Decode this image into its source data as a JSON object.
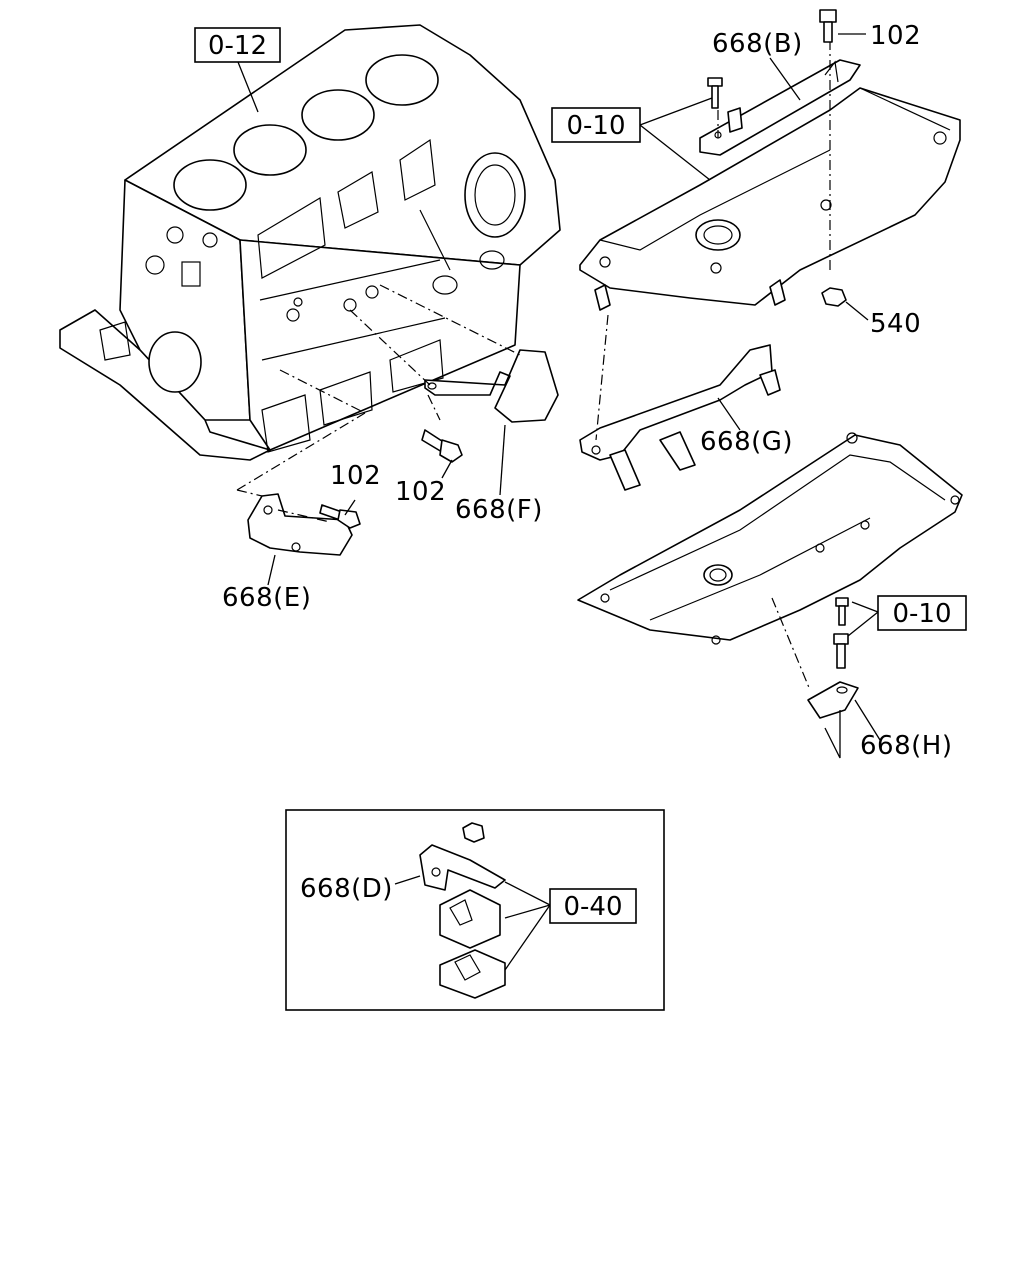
{
  "references": {
    "block_ref": "0-12",
    "cover_ref": "0-10",
    "pan_ref": "0-10",
    "inset_ref": "0-40"
  },
  "callouts": {
    "bolt_top": "102",
    "bracket_b": "668(B)",
    "nut": "540",
    "bracket_g": "668(G)",
    "bolt_f": "102",
    "bracket_f": "668(F)",
    "bolt_e": "102",
    "bracket_e": "668(E)",
    "bracket_h": "668(H)",
    "bracket_d": "668(D)"
  }
}
